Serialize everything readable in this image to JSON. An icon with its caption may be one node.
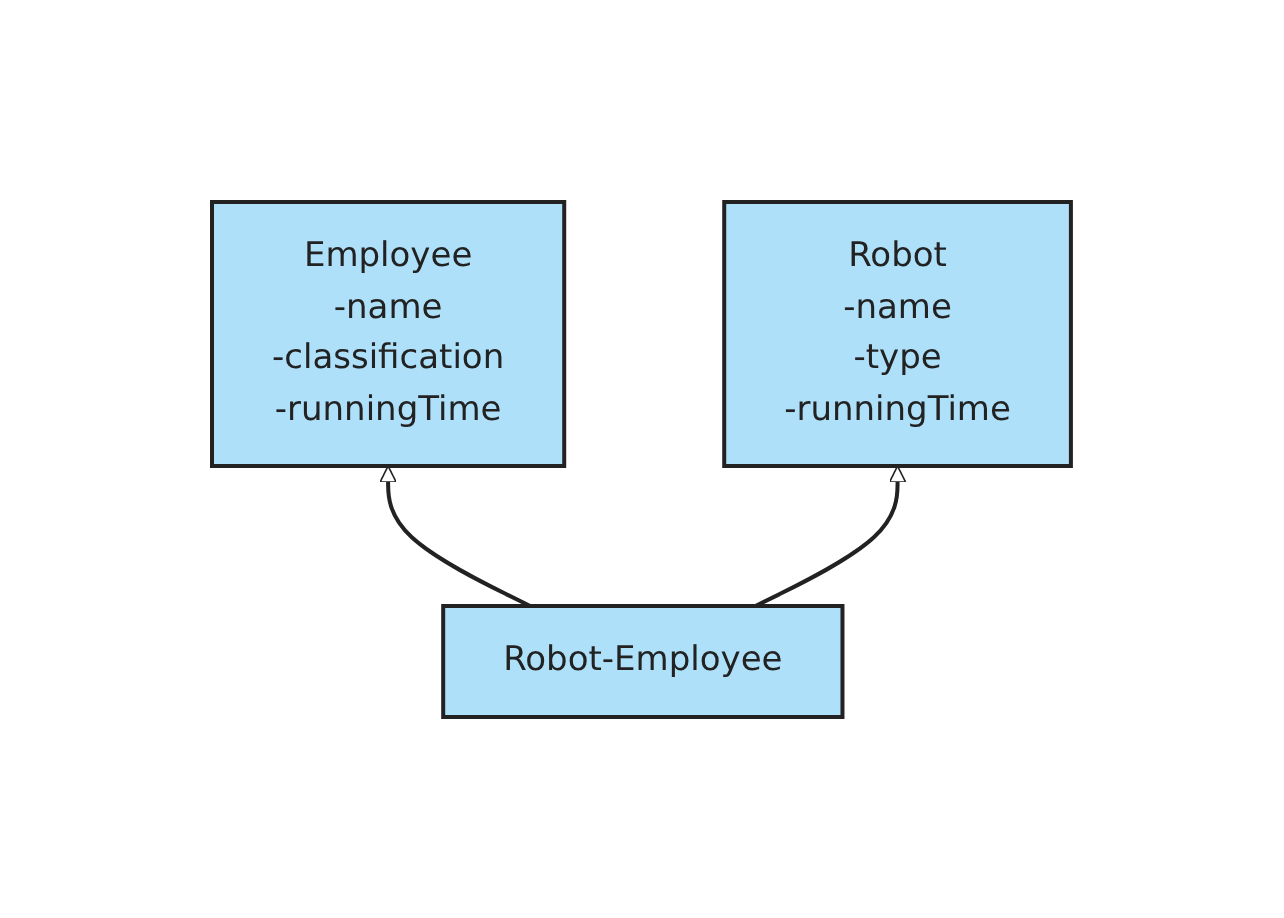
{
  "diagram": {
    "nodes": [
      {
        "text": [
          "Employee",
          "-name",
          "-classification",
          "-runningTime"
        ]
      },
      {
        "text": [
          "Robot",
          "-name",
          "-type",
          "-runningTime"
        ]
      },
      {
        "text": [
          "Robot-Employee"
        ]
      }
    ],
    "edges": [
      {
        "from": 2,
        "to": 0,
        "arrow": "to"
      },
      {
        "from": 2,
        "to": 1,
        "arrow": "to"
      }
    ]
  }
}
